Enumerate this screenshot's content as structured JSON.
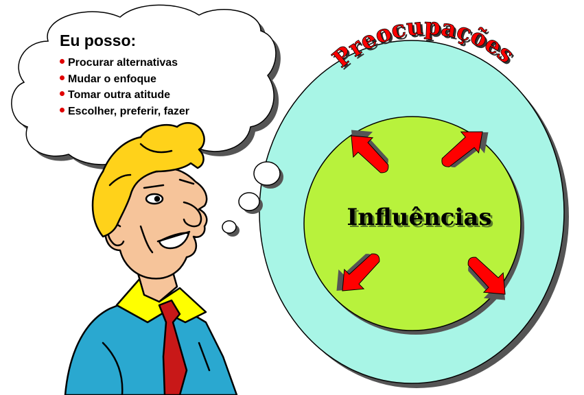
{
  "thought": {
    "title": "Eu posso:",
    "items": [
      "Procurar alternativas",
      "Mudar o enfoque",
      "Tomar outra atitude",
      "Escolher, preferir, fazer"
    ]
  },
  "outer_circle": {
    "label": "Preocupações",
    "color": "#a8f5e6"
  },
  "inner_circle": {
    "label": "Influências",
    "color": "#b8f23c"
  },
  "arrows": {
    "color": "#ff0000",
    "shadow": "#555555",
    "directions": [
      "up-left",
      "up-right",
      "down-left",
      "down-right"
    ]
  },
  "figure": {
    "hair": "#ffd21a",
    "skin": "#f6c49a",
    "shirt": "#2aa8d0",
    "collar": "#ffff00",
    "tie": "#c81818"
  }
}
